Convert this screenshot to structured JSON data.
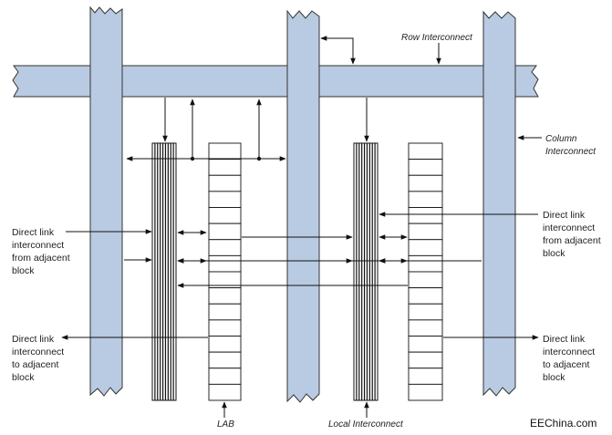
{
  "colors": {
    "interconnect_fill": "#b9cbe2",
    "line": "#111111",
    "background": "#ffffff"
  },
  "labels": {
    "row_interconnect": "Row Interconnect",
    "column_interconnect_1": "Column",
    "column_interconnect_2": "Interconnect",
    "lab": "LAB",
    "local_interconnect": "Local Interconnect",
    "watermark": "EEChina.com",
    "left_in": [
      "Direct link",
      "interconnect",
      "from adjacent",
      "block"
    ],
    "left_out": [
      "Direct link",
      "interconnect",
      "to adjacent",
      "block"
    ],
    "right_in": [
      "Direct link",
      "interconnect",
      "from adjacent",
      "block"
    ],
    "right_out": [
      "Direct link",
      "interconnect",
      "to adjacent",
      "block"
    ]
  }
}
